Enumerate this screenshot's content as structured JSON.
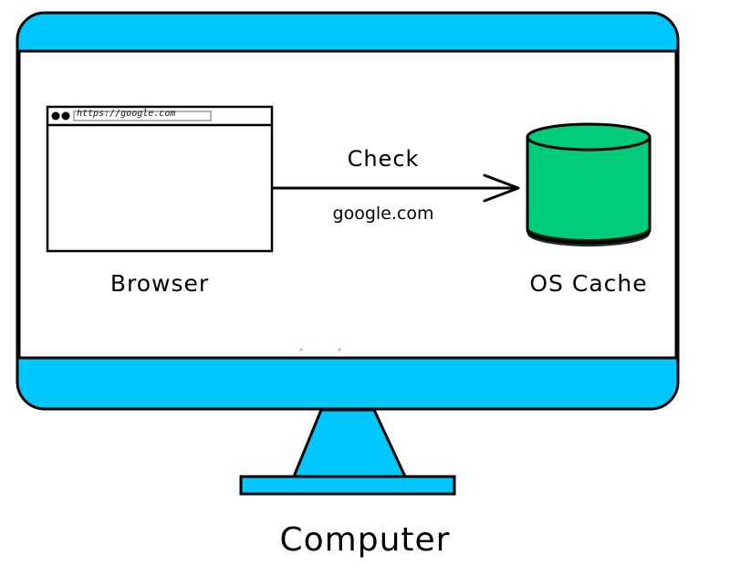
{
  "browser": {
    "url": "https://google.com",
    "label": "Browser"
  },
  "arrow": {
    "action_label": "Check",
    "domain_label": "google.com"
  },
  "cache": {
    "label": "OS Cache"
  },
  "computer": {
    "label": "Computer"
  },
  "colors": {
    "monitor_bezel": "#00c8ff",
    "cache_cylinder": "#00cc7a",
    "outline": "#000000",
    "screen": "#ffffff"
  }
}
